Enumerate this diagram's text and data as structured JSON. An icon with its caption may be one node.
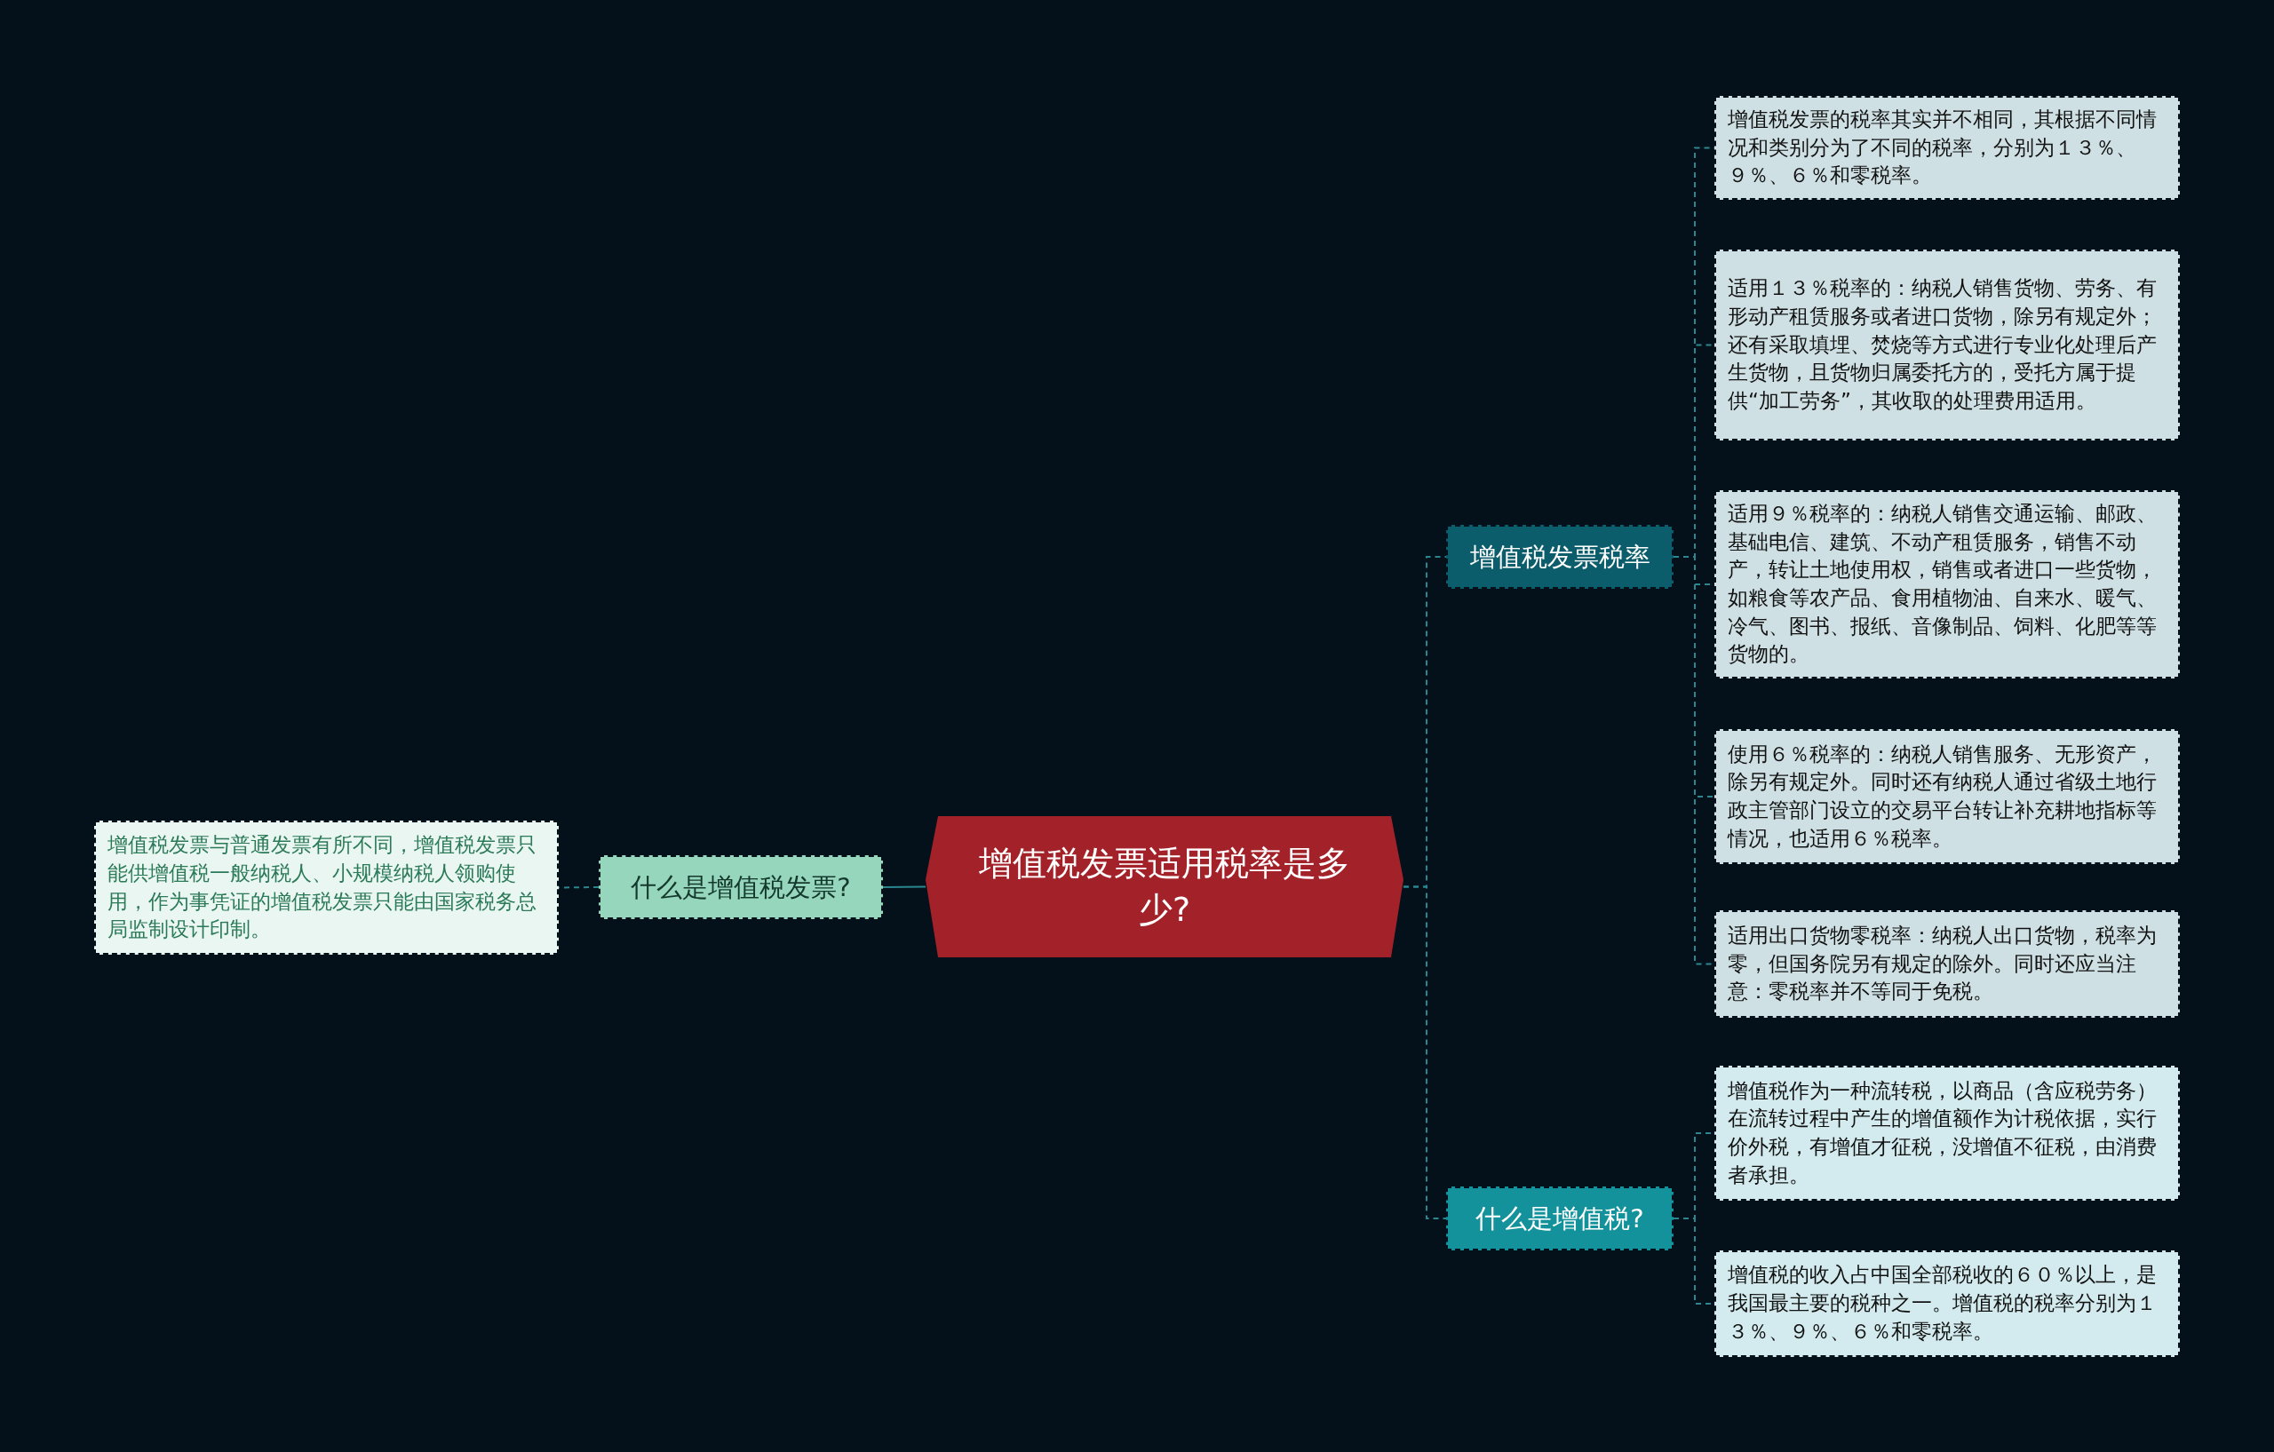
{
  "diagram": {
    "nodes": [
      {
        "text": [
          "增值税发票适用税率是多少?"
        ]
      },
      {
        "text": [
          "什么是增值税发票?"
        ]
      },
      {
        "text": [
          "增值税发票与普通发票有所不同，增值税发票只能供增值税一般纳税人、小规模纳税人领购使用，作为事凭证的增值税发票只能由国家税务总局监制设计印制。"
        ]
      },
      {
        "text": [
          "增值税发票税率"
        ]
      },
      {
        "text": [
          "增值税发票的税率其实并不相同，其根据不同情况和类别分为了不同的税率，分别为１３％、９％、６％和零税率。"
        ]
      },
      {
        "text": [
          "适用１３％税率的：纳税人销售货物、劳务、有形动产租赁服务或者进口货物，除另有规定外；还有采取填埋、焚烧等方式进行专业化处理后产生货物，且货物归属委托方的，受托方属于提供“加工劳务”，其收取的处理费用适用。"
        ]
      },
      {
        "text": [
          "适用９％税率的：纳税人销售交通运输、邮政、基础电信、建筑、不动产租赁服务，销售不动产，转让土地使用权，销售或者进口一些货物，如粮食等农产品、食用植物油、自来水、暖气、冷气、图书、报纸、音像制品、饲料、化肥等等货物的。"
        ]
      },
      {
        "text": [
          "使用６％税率的：纳税人销售服务、无形资产，除另有规定外。同时还有纳税人通过省级土地行政主管部门设立的交易平台转让补充耕地指标等情况，也适用６％税率。"
        ]
      },
      {
        "text": [
          "适用出口货物零税率：纳税人出口货物，税率为零，但国务院另有规定的除外。同时还应当注意：零税率并不等同于免税。"
        ]
      },
      {
        "text": [
          "什么是增值税?"
        ]
      },
      {
        "text": [
          "增值税作为一种流转税，以商品（含应税劳务）在流转过程中产生的增值额作为计税依据，实行价外税，有增值才征税，没增值不征税，由消费者承担。"
        ]
      },
      {
        "text": [
          "增值税的收入占中国全部税收的６０％以上，是我国最主要的税种之一。增值税的税率分别为１３％、９％、６％和零税率。"
        ]
      }
    ],
    "edges": [
      {
        "from": 0,
        "to": 1,
        "arrow": "none"
      },
      {
        "from": 1,
        "to": 2,
        "arrow": "none",
        "style": "dashed"
      },
      {
        "from": 0,
        "to": 3,
        "arrow": "none",
        "style": "dashed"
      },
      {
        "from": 3,
        "to": 4,
        "arrow": "none",
        "style": "dashed"
      },
      {
        "from": 3,
        "to": 5,
        "arrow": "none",
        "style": "dashed"
      },
      {
        "from": 3,
        "to": 6,
        "arrow": "none",
        "style": "dashed"
      },
      {
        "from": 3,
        "to": 7,
        "arrow": "none",
        "style": "dashed"
      },
      {
        "from": 3,
        "to": 8,
        "arrow": "none",
        "style": "dashed"
      },
      {
        "from": 0,
        "to": 9,
        "arrow": "none",
        "style": "dashed"
      },
      {
        "from": 9,
        "to": 10,
        "arrow": "none",
        "style": "dashed"
      },
      {
        "from": 9,
        "to": 11,
        "arrow": "none",
        "style": "dashed"
      }
    ]
  }
}
